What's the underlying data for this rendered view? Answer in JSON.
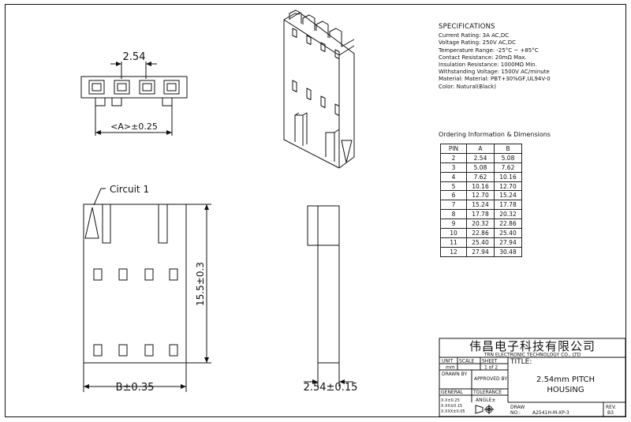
{
  "top_view": {
    "pitch_label": "2.54",
    "a_label": "<A>±0.25"
  },
  "front_view": {
    "circuit_label": "Circuit 1",
    "b_label": "B±0.35",
    "height_label": "15.5±0.3"
  },
  "side_view": {
    "width_label": "2.54±0.15"
  },
  "specifications": {
    "title": "SPECIFICATIONS",
    "lines": [
      "Current Rating: 3A AC,DC",
      "Voltage Rating: 250V AC,DC",
      "Temperature Range: -25°C ~ +85°C",
      "Contact Resistance: 20mΩ Max.",
      "Insulation Resistance: 1000MΩ Min.",
      "Withstanding Voltage: 1500V AC/minute",
      "Material: Material: PBT+30%GF,UL94V-0",
      "Color: Natural(Black)"
    ]
  },
  "ordering": {
    "title": "Ordering Information & Dimensions",
    "headers": [
      "PIN",
      "A",
      "B"
    ],
    "rows": [
      [
        "2",
        "2.54",
        "5.08"
      ],
      [
        "3",
        "5.08",
        "7.62"
      ],
      [
        "4",
        "7.62",
        "10.16"
      ],
      [
        "5",
        "10.16",
        "12.70"
      ],
      [
        "6",
        "12.70",
        "15.24"
      ],
      [
        "7",
        "15.24",
        "17.78"
      ],
      [
        "8",
        "17.78",
        "20.32"
      ],
      [
        "9",
        "20.32",
        "22.86"
      ],
      [
        "10",
        "22.86",
        "25.40"
      ],
      [
        "11",
        "25.40",
        "27.94"
      ],
      [
        "12",
        "27.94",
        "30.48"
      ]
    ]
  },
  "title_block": {
    "company_cn": "伟昌电子科技有限公司",
    "company_en": "TRN ELECTRONIC TECHNOLOGY CO., LTD",
    "unit_label": "UNIT",
    "unit_value": "mm",
    "scale_label": "SCALE",
    "sheet_label": "SHEET",
    "sheet_value": "1 of 2",
    "title_label": "TITLE:",
    "drawn_by_label": "DRAWN BY",
    "approved_by_label": "APPROVED BY",
    "title_line1": "2.54mm PITCH",
    "title_line2": "HOUSING",
    "general_label": "GENERAL",
    "tolerance_label": "TOLERANCE",
    "tol_lines": [
      "X.X±0.25",
      "X.XX±0.15",
      "X.XXX±0.05"
    ],
    "angle_label": "ANGLE±",
    "draw_label": "DRAW",
    "no_label": "NO.:",
    "drawing_no": "A2541H-M-XP-3",
    "rev_label": "REV.",
    "rev_value": "B3"
  }
}
